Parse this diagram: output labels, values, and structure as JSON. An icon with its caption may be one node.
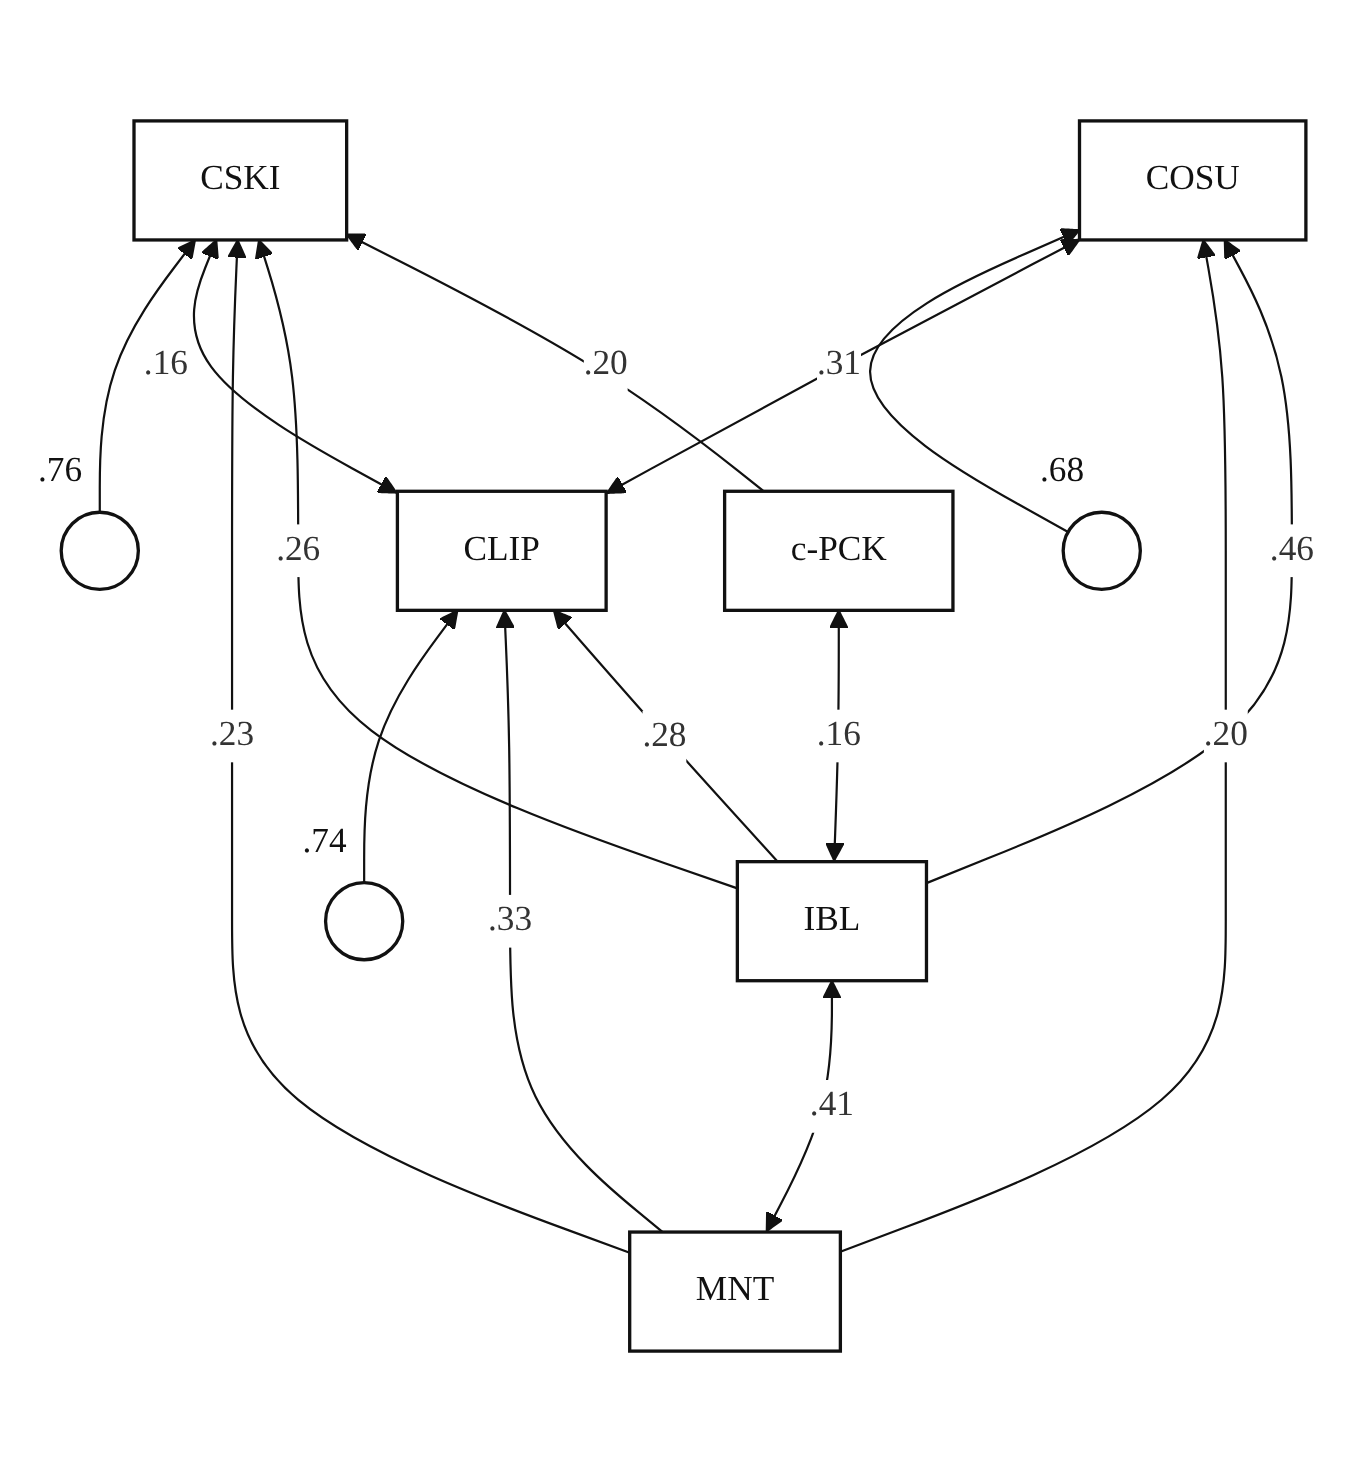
{
  "diagram": {
    "nodes": [
      {
        "text": [],
        "shape": "circle",
        "beside": [
          ".74"
        ]
      },
      {
        "text": [],
        "shape": "circle",
        "beside": [
          ".76"
        ]
      },
      {
        "text": [],
        "shape": "circle",
        "beside": [
          ".68"
        ]
      },
      {
        "text": [
          "CLIP"
        ]
      },
      {
        "text": [
          "COSU"
        ]
      },
      {
        "text": [
          "CSKI"
        ]
      },
      {
        "text": [
          "MNT"
        ]
      },
      {
        "text": [
          "IBL"
        ]
      },
      {
        "text": [
          "c-PCK"
        ]
      }
    ],
    "edges": [
      {
        "from": 0,
        "to": 3,
        "arrow": "to"
      },
      {
        "from": 1,
        "to": 5,
        "arrow": "to"
      },
      {
        "from": 2,
        "to": 4,
        "arrow": "to"
      },
      {
        "from": 3,
        "to": 5,
        "arrow": "both",
        "label": ".16"
      },
      {
        "from": 3,
        "to": 4,
        "arrow": "both",
        "label": ".31"
      },
      {
        "from": 6,
        "to": 3,
        "arrow": "to",
        "label": ".33"
      },
      {
        "from": 7,
        "to": 3,
        "arrow": "to",
        "label": ".28"
      },
      {
        "from": 6,
        "to": 4,
        "arrow": "to",
        "label": ".20"
      },
      {
        "from": 7,
        "to": 4,
        "arrow": "to",
        "label": ".46"
      },
      {
        "from": 6,
        "to": 5,
        "arrow": "to",
        "label": ".23"
      },
      {
        "from": 7,
        "to": 5,
        "arrow": "to",
        "label": ".26"
      },
      {
        "from": 8,
        "to": 5,
        "arrow": "to",
        "label": ".20"
      },
      {
        "from": 6,
        "to": 7,
        "arrow": "both",
        "label": ".41"
      },
      {
        "from": 7,
        "to": 8,
        "arrow": "both",
        "label": ".16"
      }
    ]
  }
}
